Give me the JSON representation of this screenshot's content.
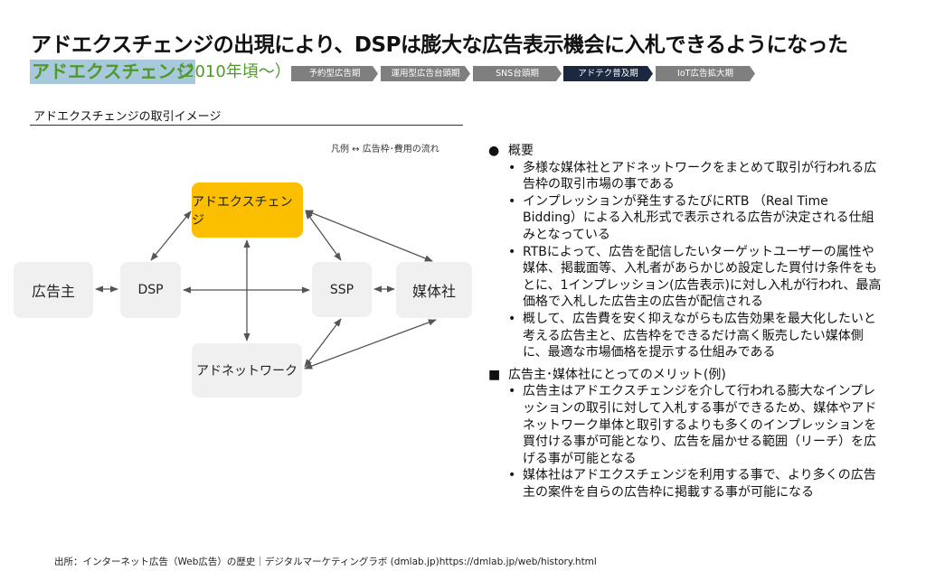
{
  "title": "アドエクスチェンジの出現により、DSPは膨大な広告表示機会に入札できるようになった",
  "subtitle": {
    "highlight": "アドエクスチェンジ",
    "era": "（2010年頃〜）"
  },
  "timeline": [
    {
      "label": "予約型広告期",
      "active": false
    },
    {
      "label": "運用型広告台頭期",
      "active": false
    },
    {
      "label": "SNS台頭期",
      "active": false
    },
    {
      "label": "アドテク普及期",
      "active": true
    },
    {
      "label": "IoT広告拡大期",
      "active": false
    }
  ],
  "diagram": {
    "title": "アドエクスチェンジの取引イメージ",
    "legend": "凡例 ↔ 広告枠･費用の流れ",
    "nodes": {
      "advertiser": "広告主",
      "dsp": "DSP",
      "adexchange": "アドエクスチェンジ",
      "ssp": "SSP",
      "publisher": "媒体社",
      "adnetwork": "アドネットワーク"
    },
    "colors": {
      "highlight": "#fbbf00",
      "node": "#f0f0f0",
      "arrow": "#555555"
    }
  },
  "overview": {
    "marker": "●",
    "heading": "概要",
    "items": [
      "多様な媒体社とアドネットワークをまとめて取引が行われる広告枠の取引市場の事である",
      "インプレッションが発生するたびにRTB （Real Time Bidding）による入札形式で表示される広告が決定される仕組みとなっている",
      "RTBによって、広告を配信したいターゲットユーザーの属性や媒体、掲載面等、入札者があらかじめ設定した買付け条件をもとに、1インプレッション(広告表示)に対し入札が行われ、最高価格で入札した広告主の広告が配信される",
      "概して、広告費を安く抑えながらも広告効果を最大化したいと考える広告主と、広告枠をできるだけ高く販売したい媒体側に、最適な市場価格を提示する仕組みである"
    ]
  },
  "merits": {
    "marker": "■",
    "heading": "広告主･媒体社にとってのメリット(例)",
    "items": [
      "広告主はアドエクスチェンジを介して行われる膨大なインプレッションの取引に対して入札する事ができるため、媒体やアドネットワーク単体と取引するよりも多くのインプレッションを買付ける事が可能となり、広告を届かせる範囲（リーチ）を広げる事が可能となる",
      "媒体社はアドエクスチェンジを利用する事で、より多くの広告主の案件を自らの広告枠に掲載する事が可能になる"
    ]
  },
  "source": "出所：インターネット広告（Web広告）の歴史｜デジタルマーケティングラボ (dmlab.jp)https://dmlab.jp/web/history.html"
}
